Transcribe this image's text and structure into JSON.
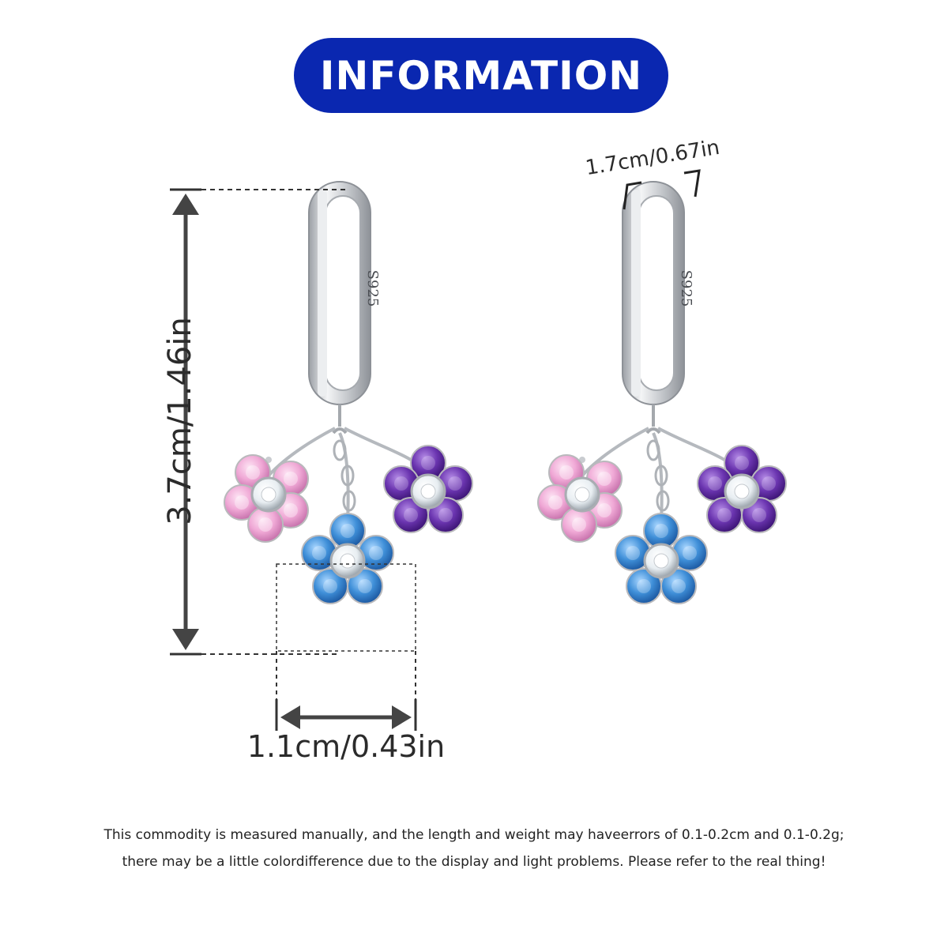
{
  "header": {
    "title": "INFORMATION"
  },
  "dimensions": {
    "height": "3.7cm/1.46in",
    "width": "1.1cm/0.43in",
    "loop": "1.7cm/0.67in"
  },
  "hoop_stamp": "S925",
  "disclaimer": {
    "line1": "This commodity is measured manually, and the length and weight may haveerrors of 0.1-0.2cm and 0.1-0.2g;",
    "line2": "there may be a little colordifference due to the display and light problems. Please refer to the real thing!"
  },
  "colors": {
    "banner": "#0a27b0",
    "pink_stone": "#f0a9d6",
    "purple_stone": "#6b35b0",
    "blue_stone": "#3f8fd8",
    "clear_stone": "#e8eef2",
    "silver": "#c9ccd0"
  }
}
